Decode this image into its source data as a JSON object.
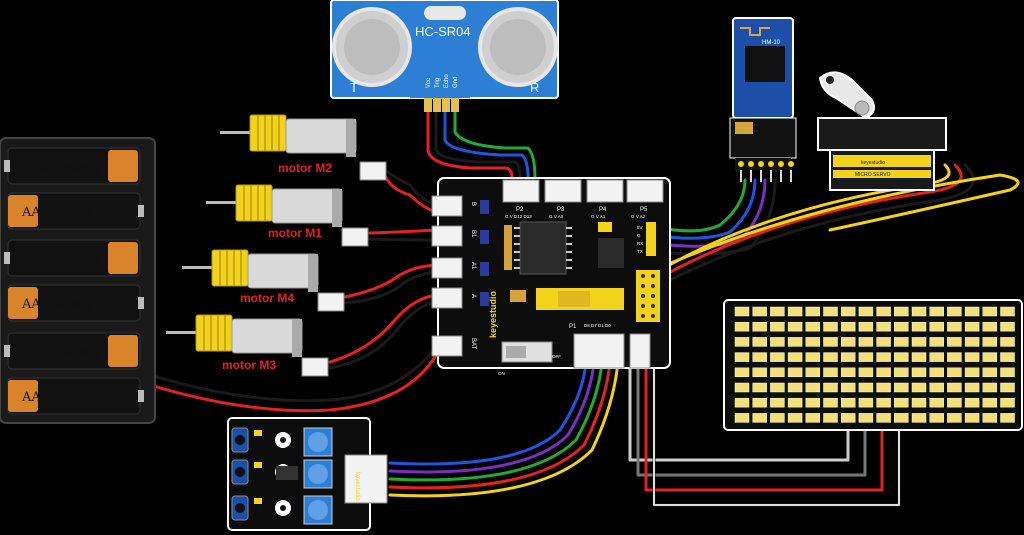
{
  "ultrasonic": {
    "model": "HC-SR04",
    "left_mark": "T",
    "right_mark": "R",
    "pins": [
      "Vcc",
      "Trig",
      "Echo",
      "Gnd"
    ]
  },
  "bluetooth": {
    "model": "HM-10"
  },
  "servo": {
    "brand": "keyestudio",
    "model": "MICRO SERVO"
  },
  "motors": [
    "motor M2",
    "motor M1",
    "motor M4",
    "motor M3"
  ],
  "battery_label": "AA Battery",
  "board": {
    "brand": "keyestudio",
    "ports_top": [
      "P2",
      "P3",
      "P4",
      "P5"
    ],
    "port_pins": [
      "G V D12 D13",
      "G V A0",
      "G V A1",
      "G V A2"
    ],
    "motor_ports": [
      "B",
      "B1",
      "A1",
      "A"
    ],
    "power_port": "BAT",
    "p1_label": "P1",
    "p1_pins": "D8 D7 D1 D0",
    "bt_pins": [
      "5V",
      "G",
      "RX",
      "TX"
    ],
    "switch_labels": [
      "ON",
      "OFF"
    ]
  },
  "sensor_board": {
    "brand": "keyestudio"
  }
}
